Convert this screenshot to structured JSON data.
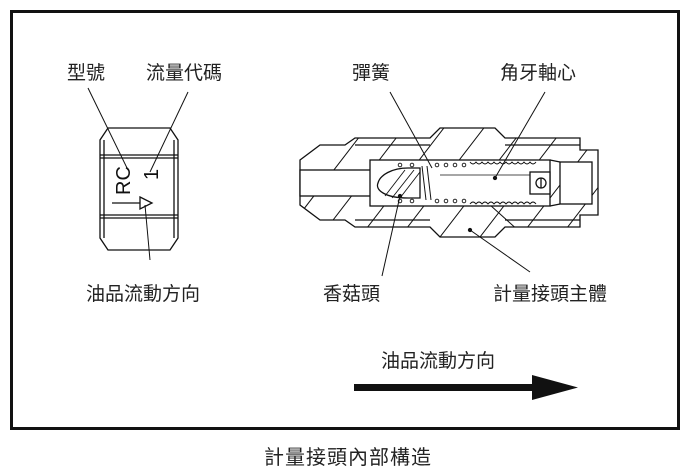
{
  "diagram": {
    "caption": "計量接頭內部構造",
    "left_view": {
      "labels": {
        "model": "型號",
        "flow_code": "流量代碼",
        "flow_direction": "油品流動方向"
      },
      "nut_marking": {
        "model_text": "RC",
        "flow_code_text": "1"
      }
    },
    "right_view": {
      "labels": {
        "spring": "彈簧",
        "threaded_shaft": "角牙軸心",
        "mushroom_head": "香菇頭",
        "body": "計量接頭主體"
      },
      "flow_direction_label": "油品流動方向"
    },
    "colors": {
      "line": "#111111",
      "text": "#222222",
      "background": "#ffffff"
    }
  }
}
